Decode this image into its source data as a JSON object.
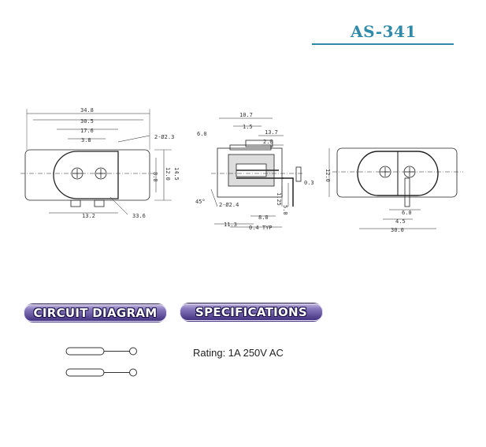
{
  "model": "AS-341",
  "sections": {
    "circuit_label": "CIRCUIT DIAGRAM",
    "spec_label": "SPECIFICATIONS"
  },
  "specs": {
    "rating": "Rating: 1A 250V AC"
  },
  "drawing": {
    "front_view": {
      "dims": [
        "34.8",
        "30.5",
        "17.6",
        "3.8",
        "2-Ø2.3",
        "8.8",
        "12.0",
        "14.5",
        "13.2",
        "33.6"
      ]
    },
    "side_view": {
      "dims": [
        "10.7",
        "1.5",
        "13.7",
        "2.0",
        "6.0",
        "1.25",
        "45°",
        "2-Ø2.4",
        "0.3",
        "5.0",
        "8.0",
        "11.3",
        "0.4 TYP"
      ]
    },
    "rear_view": {
      "dims": [
        "12.0",
        "6.0",
        "4.5",
        "30.0"
      ]
    }
  },
  "colors": {
    "title": "#2e8aa8",
    "pill_dark": "#3a2a78",
    "pill_light": "#cfc6e6"
  }
}
